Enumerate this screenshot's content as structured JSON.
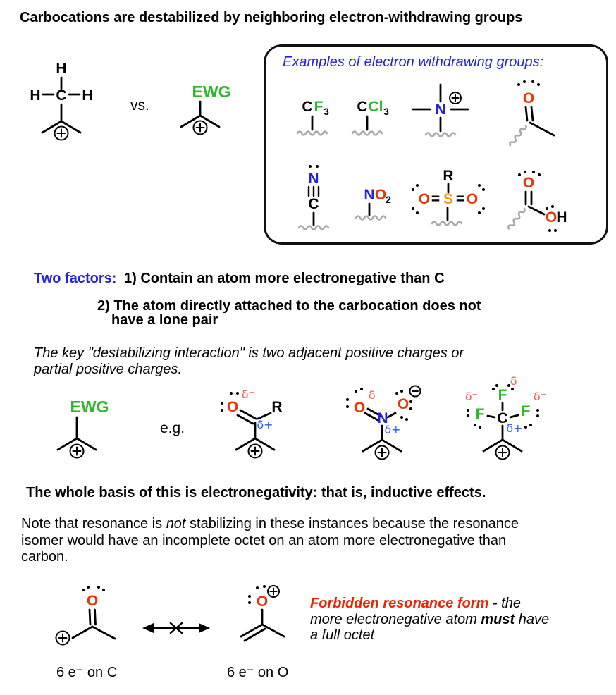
{
  "title": "Carbocations are destabilized by neighboring electron-withdrawing groups",
  "colors": {
    "heading_blue": "#2222e6",
    "ewg_green": "#2db82d",
    "oxygen_red": "#ee3300",
    "sulfur_orange": "#f59a1a",
    "delta_minus_red": "#f4614d",
    "delta_plus_blue": "#2a59f5",
    "forbidden_red": "#ee2200",
    "squiggle_gray": "#a9a9a9"
  },
  "comparison": {
    "h_top": "H",
    "h_left": "H",
    "c": "C",
    "h_right": "H",
    "vs": "vs.",
    "ewg": "EWG"
  },
  "box": {
    "header": "Examples of electron withdrawing groups:",
    "cf3": {
      "c": "C",
      "f": "F",
      "sub": "3"
    },
    "ccl3": {
      "c": "C",
      "cl": "Cl",
      "sub": "3"
    },
    "ammonium": {
      "n": "N"
    },
    "acyl": {
      "o": "O"
    },
    "nitrile": {
      "n": "N",
      "c": "C"
    },
    "no2": {
      "n": "N",
      "o": "O",
      "sub": "2"
    },
    "sulfonyl": {
      "r": "R",
      "o1": "O",
      "eq1": "=",
      "s": "S",
      "eq2": "=",
      "o2": "O"
    },
    "cooh": {
      "o": "O",
      "oh_o": "O",
      "oh_h": "H"
    }
  },
  "factors": {
    "lead": "Two factors:",
    "f1": "1) Contain an atom more electronegative than C",
    "f2a": "2) The atom directly attached to the carbocation does not",
    "f2b": "have a lone pair"
  },
  "key": {
    "l1": "The key \"destabilizing interaction\" is two adjacent positive charges or",
    "l2": "partial positive charges."
  },
  "examples": {
    "ewg": "EWG",
    "eg": "e.g.",
    "acyl": {
      "o": "O",
      "r": "R",
      "dminus": "δ⁻",
      "dplus": "δ+"
    },
    "nitro": {
      "o1": "O",
      "n": "N",
      "o2": "O",
      "dminus": "δ⁻",
      "dplus": "δ+"
    },
    "cf3": {
      "c": "C",
      "f_top": "F",
      "f_left": "F",
      "f_right": "F",
      "dm_top": "δ⁻",
      "dm_left": "δ⁻",
      "dm_right": "δ⁻",
      "dplus": "δ+"
    }
  },
  "basis": "The whole basis of this is electronegativity: that is, inductive effects.",
  "note": {
    "l1a": "Note that resonance is ",
    "em": "not",
    "l1b": " stabilizing in these instances because the resonance",
    "l2": "isomer would have an incomplete octet on an atom more electronegative than",
    "l3": "carbon."
  },
  "bottom": {
    "o_left": "O",
    "o_right": "O",
    "label_c": "6 e⁻ on C",
    "label_o": "6 e⁻ on O"
  },
  "forbidden": {
    "title": "Forbidden resonance form",
    "rest": " - the",
    "l2a": "more electronegative atom ",
    "l2b": "must",
    "l2c": " have",
    "l3": "a full octet"
  }
}
